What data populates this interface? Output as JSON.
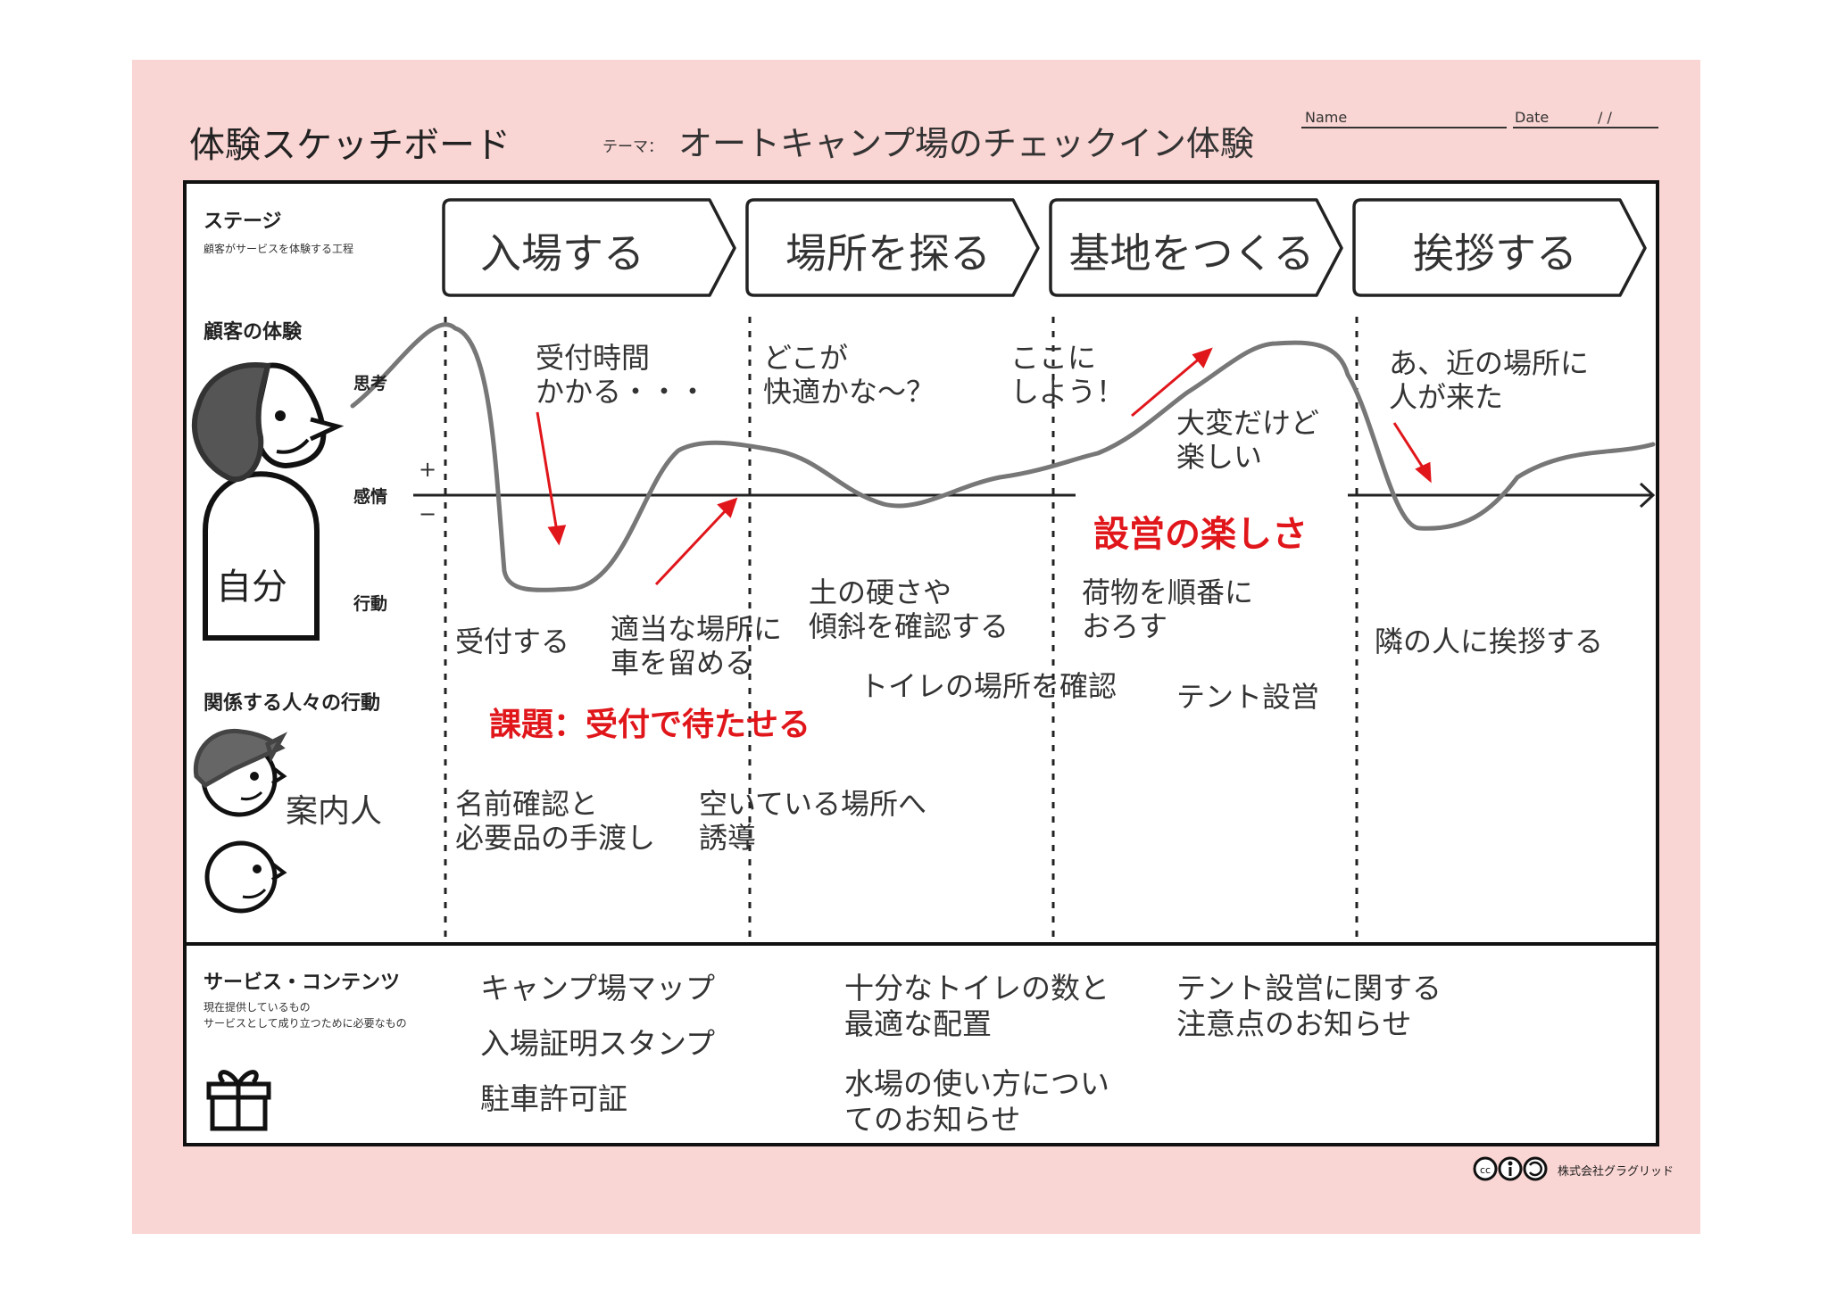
{
  "header": {
    "title": "体験スケッチボード",
    "theme_label": "テーマ：",
    "theme": "オートキャンプ場のチェックイン体験",
    "name_label": "Name",
    "date_label": "Date",
    "date_slashes": "/   /"
  },
  "rows": {
    "stage": "ステージ",
    "stage_sub": "顧客がサービスを体験する工程",
    "customer": "顧客の体験",
    "thought": "思考",
    "emotion": "感情",
    "action": "行動",
    "plus": "+",
    "minus": "−",
    "self": "自分",
    "related": "関係する人々の行動",
    "guide": "案内人",
    "service": "サービス・コンテンツ",
    "service_sub1": "現在提供しているもの",
    "service_sub2": "サービスとして成り立つために必要なもの"
  },
  "stages": [
    "入場する",
    "場所を探る",
    "基地をつくる",
    "挨拶する"
  ],
  "thoughts": {
    "t1": "受付時間\nかかる・・・",
    "t2": "どこが\n快適かな～？",
    "t3": "ここに\nしよう！",
    "t4": "大変だけど\n楽しい",
    "t5": "あ、近の場所に\n人が来た"
  },
  "actions": {
    "a1": "受付する",
    "a2": "適当な場所に\n車を留める",
    "a3": "土の硬さや\n傾斜を確認する",
    "a4": "トイレの場所を確認",
    "a5": "荷物を順番に\nおろす",
    "a6": "テント設営",
    "a7": "隣の人に挨拶する"
  },
  "highlights": {
    "issue": "課題：受付で待たせる",
    "fun": "設営の楽しさ"
  },
  "related_actions": {
    "r1": "名前確認と\n必要品の手渡し",
    "r2": "空いている場所へ\n誘導"
  },
  "services": {
    "s1": "キャンプ場マップ",
    "s2": "入場証明スタンプ",
    "s3": "駐車許可証",
    "s4": "十分なトイレの数と\n最適な配置",
    "s5": "水場の使い方につい\nてのお知らせ",
    "s6": "テント設営に関する\n注意点のお知らせ"
  },
  "footer": {
    "license": "cc",
    "company": "株式会社グラグリッド"
  },
  "colors": {
    "sheet": "#f9d5d3",
    "red": "#e0161b",
    "curve": "#777777",
    "line": "#111111"
  },
  "icons": [
    "person-icon",
    "guide-cap-face-icon",
    "face-icon",
    "gift-icon",
    "cc-license-icon"
  ]
}
